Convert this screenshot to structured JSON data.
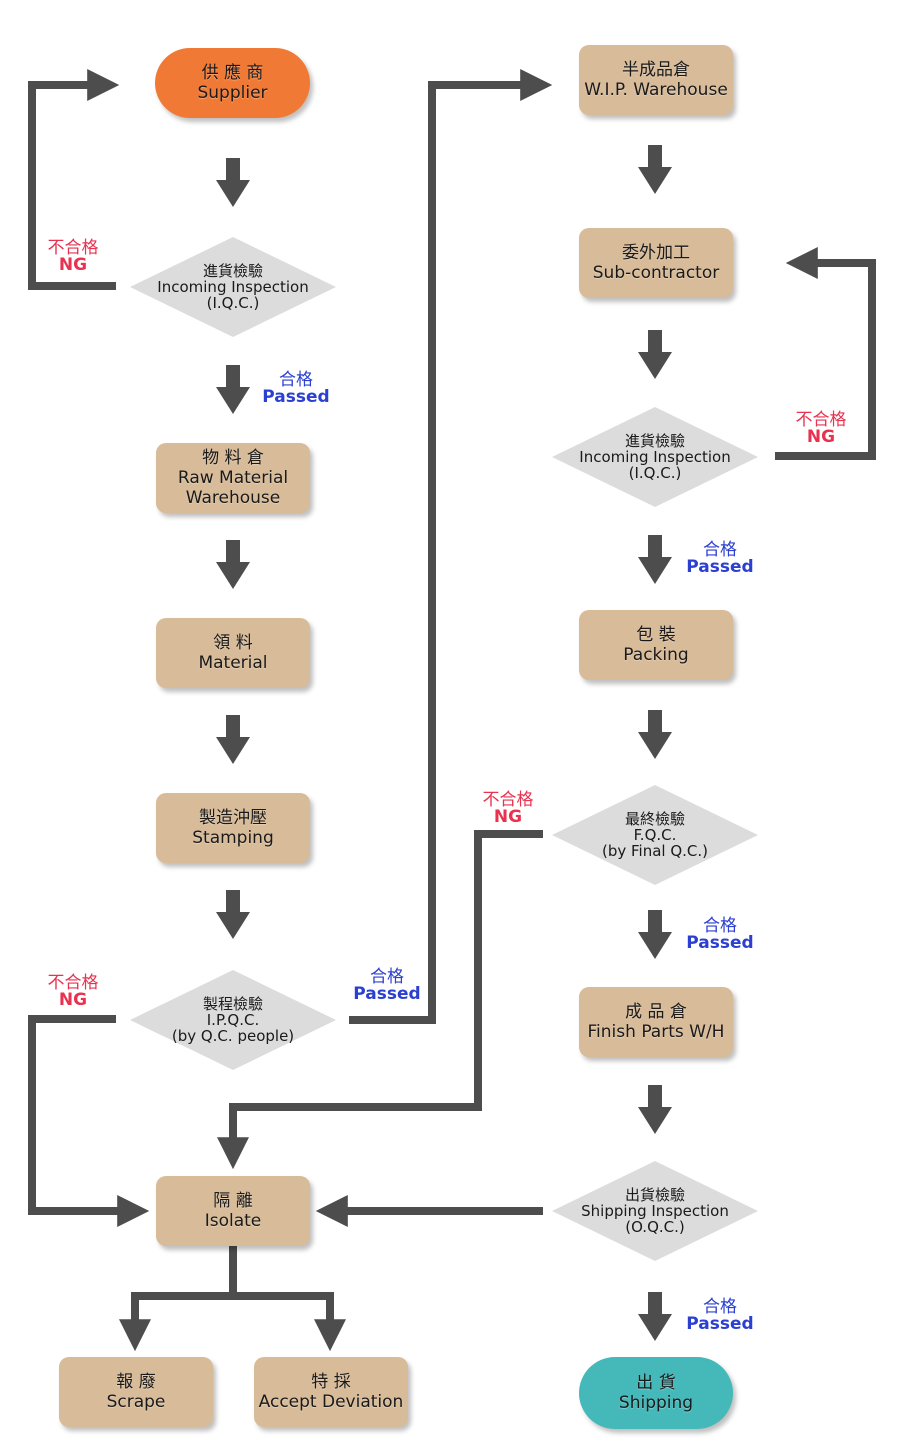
{
  "colors": {
    "arrow": "#4d4d4d",
    "box": "#d8bb98",
    "supplier": "#f07a35",
    "shipping": "#45b8b9",
    "diamond": "#dcdcdc",
    "passed_text": "#2b3fd0",
    "ng_text": "#e8324f"
  },
  "nodes": {
    "supplier": {
      "zh": "供 應 商",
      "en": "Supplier"
    },
    "iqc1": {
      "zh": "進貨檢驗",
      "en1": "Incoming Inspection",
      "en2": "(I.Q.C.)"
    },
    "raw": {
      "zh": "物 料 倉",
      "en1": "Raw Material",
      "en2": "Warehouse"
    },
    "material": {
      "zh": "領 料",
      "en": "Material"
    },
    "stamping": {
      "zh": "製造沖壓",
      "en": "Stamping"
    },
    "ipqc": {
      "zh": "製程檢驗",
      "en1": "I.P.Q.C.",
      "en2": "(by Q.C. people)"
    },
    "isolate": {
      "zh": "隔 離",
      "en": "Isolate"
    },
    "scrape": {
      "zh": "報 廢",
      "en": "Scrape"
    },
    "deviation": {
      "zh": "特 採",
      "en": "Accept Deviation"
    },
    "wip": {
      "zh": "半成品倉",
      "en": "W.I.P. Warehouse"
    },
    "sub": {
      "zh": "委外加工",
      "en": "Sub-contractor"
    },
    "iqc2": {
      "zh": "進貨檢驗",
      "en1": "Incoming Inspection",
      "en2": "(I.Q.C.)"
    },
    "packing": {
      "zh": "包 裝",
      "en": "Packing"
    },
    "fqc": {
      "zh": "最終檢驗",
      "en1": "F.Q.C.",
      "en2": "(by Final Q.C.)"
    },
    "finish": {
      "zh": "成 品 倉",
      "en": "Finish Parts W/H"
    },
    "oqc": {
      "zh": "出貨檢驗",
      "en1": "Shipping Inspection",
      "en2": "(O.Q.C.)"
    },
    "shipping": {
      "zh": "出 貨",
      "en": "Shipping"
    }
  },
  "labels": {
    "pass_iqc1": {
      "zh": "合格",
      "en": "Passed"
    },
    "ng_iqc1": {
      "zh": "不合格",
      "en": "NG"
    },
    "pass_ipqc": {
      "zh": "合格",
      "en": "Passed"
    },
    "ng_ipqc": {
      "zh": "不合格",
      "en": "NG"
    },
    "pass_iqc2": {
      "zh": "合格",
      "en": "Passed"
    },
    "ng_iqc2": {
      "zh": "不合格",
      "en": "NG"
    },
    "ng_fqc": {
      "zh": "不合格",
      "en": "NG"
    },
    "pass_fqc": {
      "zh": "合格",
      "en": "Passed"
    },
    "pass_oqc": {
      "zh": "合格",
      "en": "Passed"
    }
  }
}
